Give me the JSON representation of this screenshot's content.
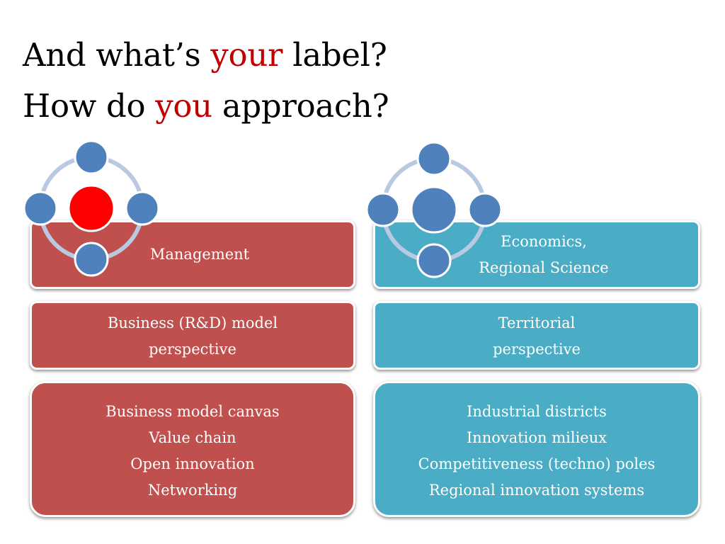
{
  "title": {
    "line1_pre": "And what’s ",
    "line1_hl": "your",
    "line1_post": " label?",
    "line2_pre": "How do ",
    "line2_hl": "you",
    "line2_post": " approach?"
  },
  "left": {
    "header": "Management",
    "perspective": [
      "Business (R&D) model",
      "perspective"
    ],
    "items": [
      "Business model canvas",
      "Value chain",
      "Open innovation",
      "Networking"
    ]
  },
  "right": {
    "header": [
      "Economics,",
      "Regional Science"
    ],
    "perspective": [
      "Territorial",
      "perspective"
    ],
    "items": [
      "Industrial districts",
      "Innovation milieux",
      "Competitiveness (techno) poles",
      "Regional innovation systems"
    ]
  },
  "colors": {
    "accent_text": "#c00000",
    "left_box": "#c0504d",
    "right_box": "#4bacc6",
    "node_blue": "#4f81bd",
    "node_highlight": "#ff0000",
    "ring": "#b9c9e2"
  },
  "icons": {
    "left": "cycle-diagram-icon-highlighted",
    "right": "cycle-diagram-icon"
  }
}
